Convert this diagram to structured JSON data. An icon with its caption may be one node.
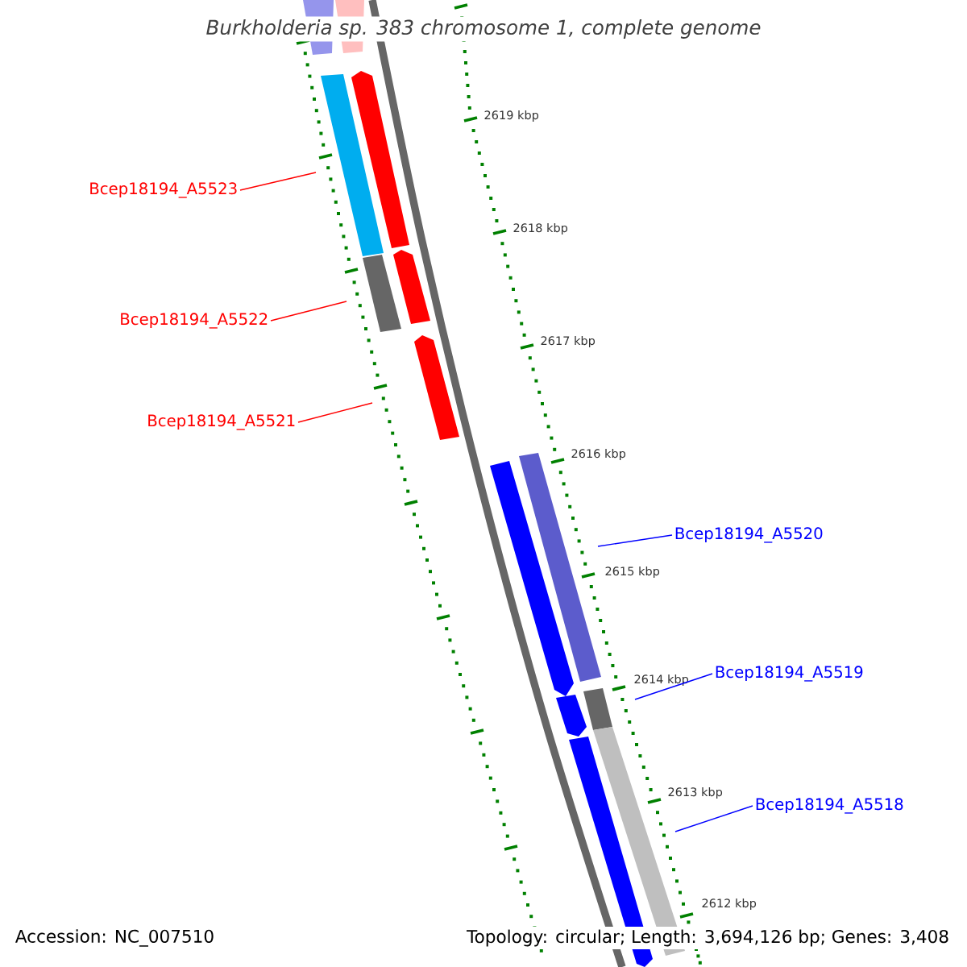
{
  "diagram": {
    "title": "Burkholderia sp. 383 chromosome 1, complete genome",
    "nodes": [
      {
        "text": [
          "Bcep18194_A5523"
        ]
      },
      {
        "text": [
          "Bcep18194_A5522"
        ]
      },
      {
        "text": [
          "Bcep18194_A5521"
        ]
      },
      {
        "text": [
          "Bcep18194_A5520"
        ]
      },
      {
        "text": [
          "Bcep18194_A5519"
        ]
      },
      {
        "text": [
          "Bcep18194_A5518"
        ]
      }
    ],
    "edges": [
      {
        "from": 0,
        "to": null,
        "arrow": "none",
        "color": "#ff0000"
      },
      {
        "from": 1,
        "to": null,
        "arrow": "none",
        "color": "#ff0000"
      },
      {
        "from": 2,
        "to": null,
        "arrow": "none",
        "color": "#ff0000"
      },
      {
        "from": 3,
        "to": null,
        "arrow": "none",
        "color": "#0000ff"
      },
      {
        "from": 4,
        "to": null,
        "arrow": "none",
        "color": "#0000ff"
      },
      {
        "from": 5,
        "to": null,
        "arrow": "none",
        "color": "#0000ff"
      }
    ],
    "labels": [
      "2619 kbp",
      "2618 kbp",
      "2617 kbp",
      "2616 kbp",
      "2615 kbp",
      "2614 kbp",
      "2613 kbp",
      "2612 kbp",
      "Accession: NC_007510",
      "Topology: circular; Length: 3,694,126 bp; Genes: 3,408"
    ]
  }
}
